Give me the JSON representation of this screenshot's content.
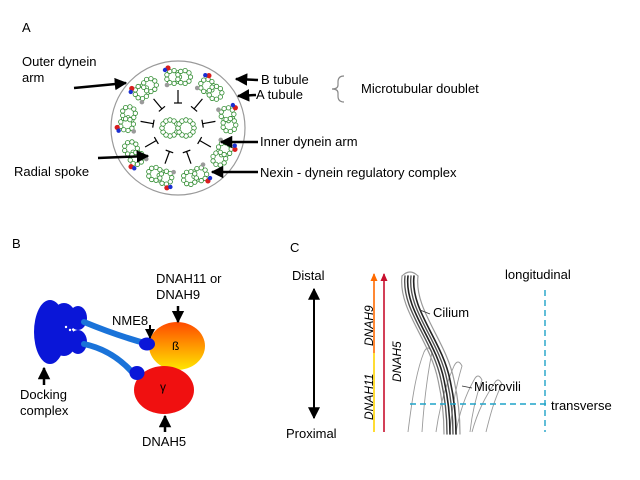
{
  "panel_a": {
    "letter": "A",
    "labels": {
      "outer_dynein_arm_line1": "Outer dynein",
      "outer_dynein_arm_line2": "arm",
      "b_tubule": "B tubule",
      "a_tubule": "A tubule",
      "microtubular_doublet": "Microtubular doublet",
      "inner_dynein_arm": "Inner dynein arm",
      "radial_spoke": "Radial spoke",
      "nexin_complex": "Nexin - dynein regulatory complex"
    },
    "colors": {
      "tubule_stroke": "#2e8b2e",
      "dynein_red": "#d81e1e",
      "dynein_blue": "#1b2fd1",
      "spoke_gray": "#9a9a9a"
    }
  },
  "panel_b": {
    "letter": "B",
    "labels": {
      "heavy_chain_top_line1": "DNAH11 or",
      "heavy_chain_top_line2": "DNAH9",
      "nme8": "NME8",
      "beta": "ß",
      "gamma": "γ",
      "docking_line1": "Docking",
      "docking_line2": "complex",
      "dnah5": "DNAH5"
    },
    "colors": {
      "docking_blue": "#0a16d8",
      "stalk_blue": "#1a73d9",
      "beta_top": "#ff4a00",
      "beta_bottom": "#ffe600",
      "gamma_red": "#f01010"
    }
  },
  "panel_c": {
    "letter": "C",
    "labels": {
      "distal": "Distal",
      "proximal": "Proximal",
      "dnah9": "DNAH9",
      "dnah5": "DNAH5",
      "dnah11": "DNAH11",
      "cilium": "Cilium",
      "microvili": "Microvili",
      "longitudinal": "longitudinal",
      "transverse": "transverse"
    },
    "colors": {
      "dnah9_bar": "#ff6a00",
      "dnah5_bar": "#c8102e",
      "dnah11_bar": "#ffd400",
      "cut_line": "#1fa3c8"
    }
  }
}
